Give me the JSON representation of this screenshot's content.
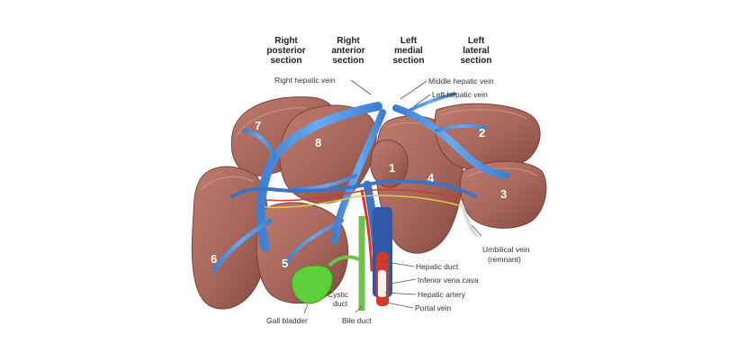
{
  "section_headers": {
    "right_posterior": [
      "Right",
      "posterior",
      "section"
    ],
    "right_anterior": [
      "Right",
      "anterior",
      "section"
    ],
    "left_medial": [
      "Left",
      "medial",
      "section"
    ],
    "left_lateral": [
      "Left",
      "lateral",
      "section"
    ]
  },
  "segments": [
    "1",
    "2",
    "3",
    "4",
    "5",
    "6",
    "7",
    "8"
  ],
  "labels": {
    "right_hepatic_vein": "Right hepatic vein",
    "middle_hepatic_vein": "Middle hepatic vein",
    "left_hepatic_vein": "Left hepatic vein",
    "umbilical_vein": "Umbilical vein",
    "umbilical_vein_note": "(remnant)",
    "hepatic_duct": "Hepatic duct",
    "inferior_vena_cava": "Inferior vena cava",
    "hepatic_artery": "Hepatic artery",
    "portal_vein": "Portal vein",
    "cystic_duct_line1": "Cystic",
    "cystic_duct_line2": "duct",
    "gall_bladder": "Gall bladder",
    "bile_duct": "Bile duct"
  },
  "colors": {
    "liver": "#a8685a",
    "liver_dark": "#8b4f44",
    "liver_edge": "#c58a7b",
    "vein": "#5a9be0",
    "vein_dark": "#3a74c2",
    "artery": "#d43a2a",
    "bile": "#6cc24a",
    "gall_bladder": "#5fcf3a",
    "yellow": "#e8c83a"
  }
}
